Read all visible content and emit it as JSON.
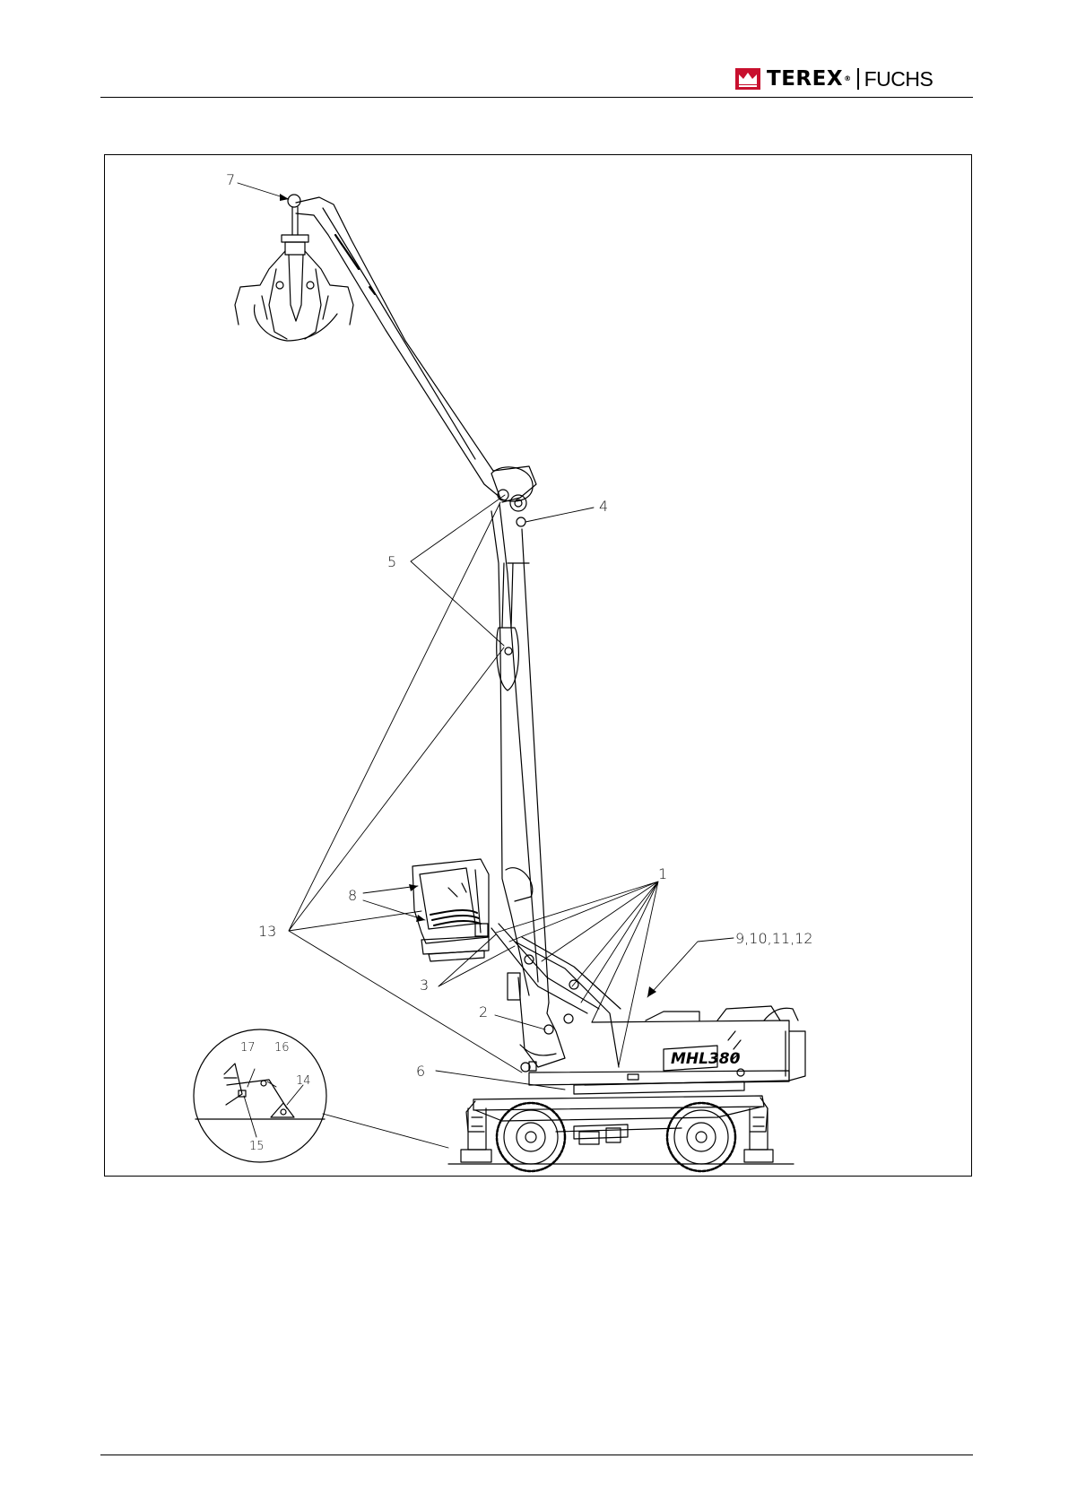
{
  "header": {
    "brand": "TEREX",
    "reg_mark": "®",
    "product_line": "FUCHS",
    "brand_color": "#c8102e"
  },
  "diagram": {
    "machine_badge": "MHL380",
    "callouts": [
      {
        "id": "c1",
        "text": "1"
      },
      {
        "id": "c2",
        "text": "2"
      },
      {
        "id": "c3",
        "text": "3"
      },
      {
        "id": "c4",
        "text": "4"
      },
      {
        "id": "c5",
        "text": "5"
      },
      {
        "id": "c6",
        "text": "6"
      },
      {
        "id": "c7",
        "text": "7"
      },
      {
        "id": "c8",
        "text": "8"
      },
      {
        "id": "c9",
        "text": "9,10,11,12"
      },
      {
        "id": "c13",
        "text": "13"
      }
    ],
    "detail_callouts": [
      {
        "id": "d14",
        "text": "14"
      },
      {
        "id": "d15",
        "text": "15"
      },
      {
        "id": "d16",
        "text": "16"
      },
      {
        "id": "d17",
        "text": "17"
      }
    ]
  }
}
